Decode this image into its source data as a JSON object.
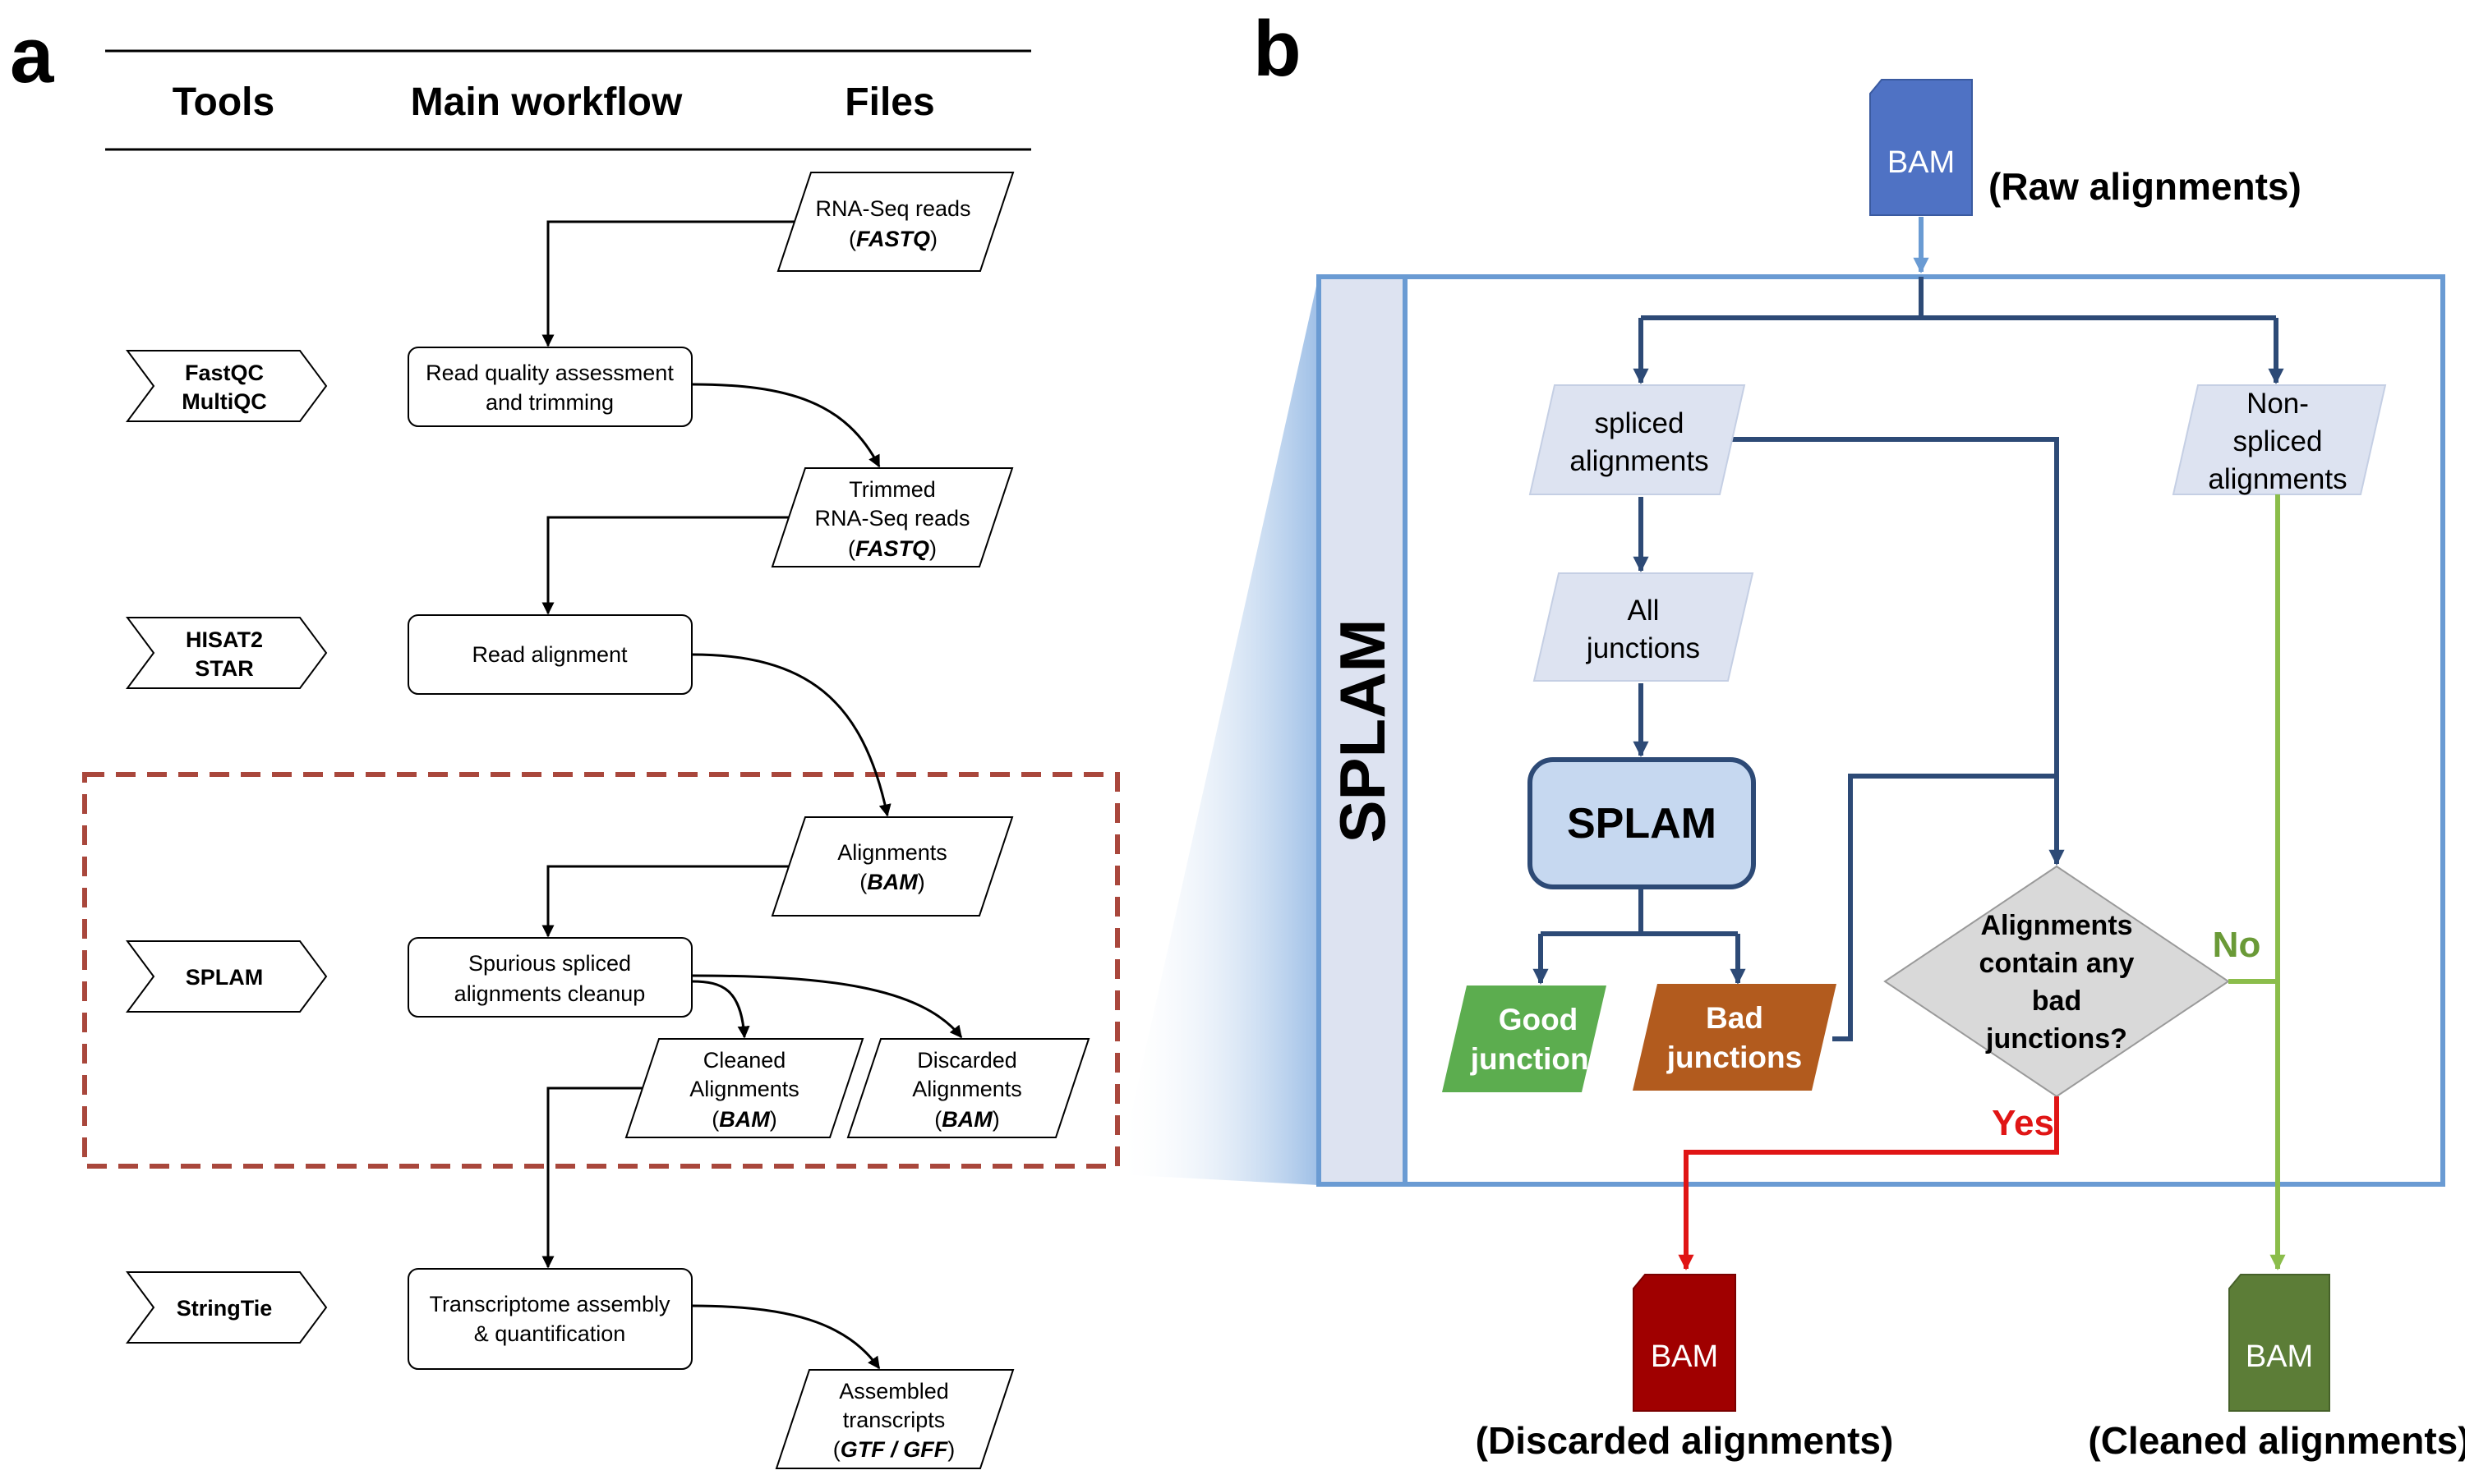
{
  "panel_a": {
    "label": "a",
    "headers": {
      "tools": "Tools",
      "workflow": "Main workflow",
      "files": "Files"
    },
    "tools": {
      "fastqc": [
        "FastQC",
        "MultiQC"
      ],
      "aligners": [
        "HISAT2",
        "STAR"
      ],
      "splam": "SPLAM",
      "stringtie": "StringTie"
    },
    "steps": {
      "trim": [
        "Read quality assessment",
        "and trimming"
      ],
      "align": "Read alignment",
      "cleanup": [
        "Spurious spliced",
        "alignments cleanup"
      ],
      "assembly": [
        "Transcriptome assembly",
        "& quantification"
      ]
    },
    "files": {
      "raw_reads": {
        "line1": "RNA-Seq reads",
        "fmt": "FASTQ"
      },
      "trimmed_reads": {
        "line1": "Trimmed",
        "line2": "RNA-Seq reads",
        "fmt": "FASTQ"
      },
      "alignments": {
        "line1": "Alignments",
        "fmt": "BAM"
      },
      "cleaned": {
        "line1": "Cleaned",
        "line2": "Alignments",
        "fmt": "BAM"
      },
      "discarded": {
        "line1": "Discarded",
        "line2": "Alignments",
        "fmt": "BAM"
      },
      "assembled": {
        "line1": "Assembled",
        "line2": "transcripts",
        "fmt": "GTF / GFF"
      }
    }
  },
  "panel_b": {
    "label": "b",
    "side_title": "SPLAM",
    "raw_bam": {
      "label": "BAM",
      "caption": "(Raw alignments)"
    },
    "spliced": [
      "spliced",
      "alignments"
    ],
    "non_spliced": [
      "Non-",
      "spliced",
      "alignments"
    ],
    "all_junctions": [
      "All",
      "junctions"
    ],
    "splam_box": "SPLAM",
    "good": [
      "Good",
      "junctions"
    ],
    "bad": [
      "Bad",
      "junctions"
    ],
    "decision": [
      "Alignments",
      "contain any",
      "bad",
      "junctions?"
    ],
    "yes": "Yes",
    "no": "No",
    "discarded_bam": {
      "label": "BAM",
      "caption": "(Discarded alignments)"
    },
    "cleaned_bam": {
      "label": "BAM",
      "caption": "(Cleaned alignments)"
    }
  },
  "colors": {
    "navy": "#2d4a76",
    "frame_blue": "#6a9bd3",
    "light_box": "#dde3f1",
    "splam_fill": "#c6d8f0",
    "good_green": "#5cad4f",
    "bad_orange": "#b25b1e",
    "decision_gray": "#d9d9d9",
    "red": "#e01515",
    "green_line": "#8bbd4b",
    "raw_bam": "#4f72c4",
    "discard_bam": "#a00000",
    "clean_bam": "#5c7d37",
    "dash_red": "#a9473c"
  }
}
